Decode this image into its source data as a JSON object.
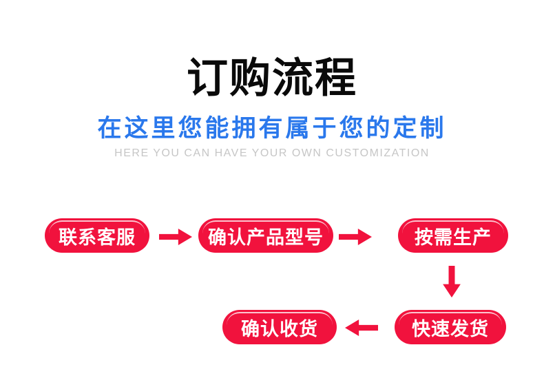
{
  "colors": {
    "page_bg": "#ffffff",
    "title_black": "#0a0a0a",
    "subtitle_blue": "#2a78ec",
    "subtitle_en_gray": "#c6c6c6",
    "accent_red": "#f1123d",
    "pill_text": "#ffffff"
  },
  "header": {
    "title": "订购流程",
    "subtitle": "在这里您能拥有属于您的定制",
    "subtitle_en": "HERE YOU CAN HAVE YOUR OWN CUSTOMIZATION"
  },
  "flow": {
    "steps": [
      {
        "label": "联系客服"
      },
      {
        "label": "确认产品型号"
      },
      {
        "label": "按需生产"
      },
      {
        "label": "快速发货"
      },
      {
        "label": "确认收货"
      }
    ],
    "arrows": [
      {
        "direction": "right",
        "from": "联系客服",
        "to": "确认产品型号"
      },
      {
        "direction": "right",
        "from": "确认产品型号",
        "to": "按需生产"
      },
      {
        "direction": "down",
        "from": "按需生产",
        "to": "快速发货"
      },
      {
        "direction": "left",
        "from": "快速发货",
        "to": "确认收货"
      }
    ]
  }
}
